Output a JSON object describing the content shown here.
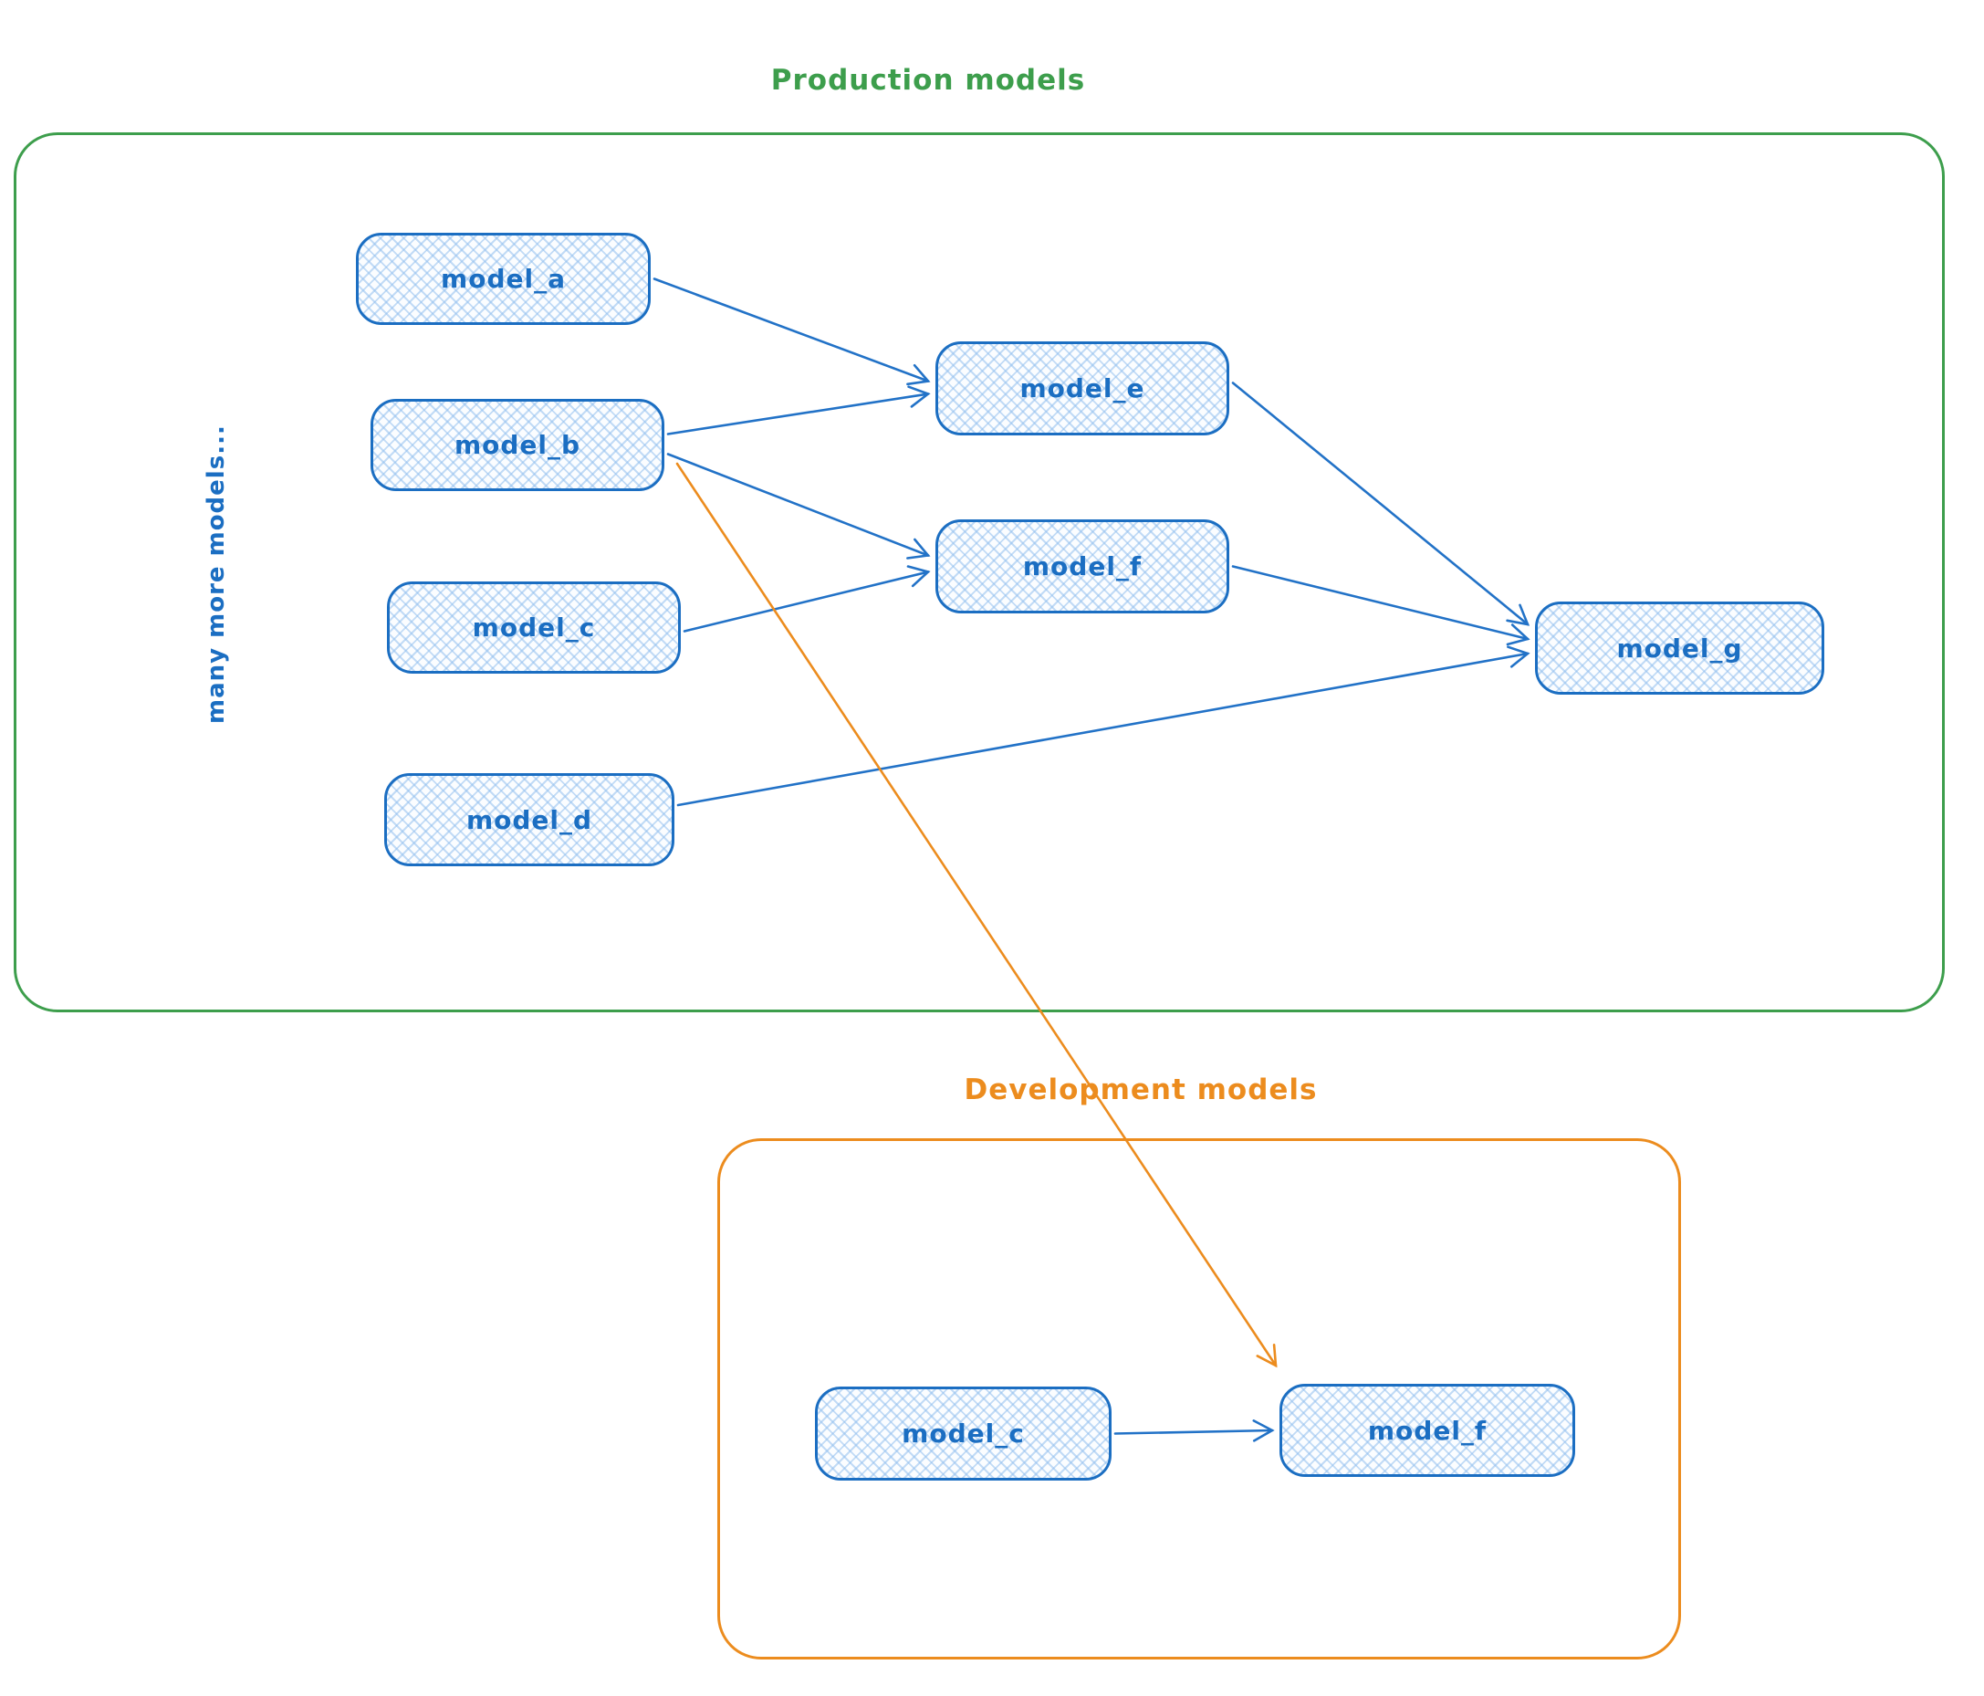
{
  "groups": {
    "production": {
      "title": "Production models",
      "side_note": "many more models...",
      "accent_color": "#3d9e4c"
    },
    "development": {
      "title": "Development models",
      "accent_color": "#ec8c1e"
    }
  },
  "nodes": [
    {
      "id": "model_a",
      "label": "model_a",
      "group": "production"
    },
    {
      "id": "model_b",
      "label": "model_b",
      "group": "production"
    },
    {
      "id": "model_c",
      "label": "model_c",
      "group": "production"
    },
    {
      "id": "model_d",
      "label": "model_d",
      "group": "production"
    },
    {
      "id": "model_e",
      "label": "model_e",
      "group": "production"
    },
    {
      "id": "model_f",
      "label": "model_f",
      "group": "production"
    },
    {
      "id": "model_g",
      "label": "model_g",
      "group": "production"
    },
    {
      "id": "dev_model_c",
      "label": "model_c",
      "group": "development"
    },
    {
      "id": "dev_model_f",
      "label": "model_f",
      "group": "development"
    }
  ],
  "edges": [
    {
      "from": "model_a",
      "to": "model_e",
      "color": "blue"
    },
    {
      "from": "model_b",
      "to": "model_e",
      "color": "blue"
    },
    {
      "from": "model_b",
      "to": "model_f",
      "color": "blue"
    },
    {
      "from": "model_c",
      "to": "model_f",
      "color": "blue"
    },
    {
      "from": "model_e",
      "to": "model_g",
      "color": "blue"
    },
    {
      "from": "model_f",
      "to": "model_g",
      "color": "blue"
    },
    {
      "from": "model_d",
      "to": "model_g",
      "color": "blue"
    },
    {
      "from": "dev_model_c",
      "to": "dev_model_f",
      "color": "blue"
    },
    {
      "from": "model_b",
      "to": "dev_model_f",
      "color": "orange"
    }
  ],
  "colors": {
    "node_stroke": "#1b6ec2",
    "edge_blue": "#2272c7",
    "edge_orange": "#ec8c1e"
  }
}
